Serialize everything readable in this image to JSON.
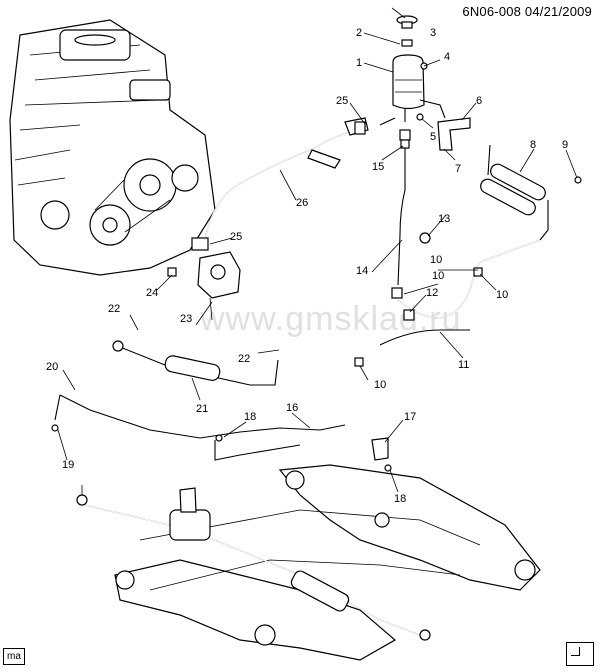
{
  "header": {
    "code": "6N06-008",
    "date": "04/21/2009"
  },
  "watermark": "www.gmsklad.ru",
  "footer_tag": "ma",
  "callouts": [
    "1",
    "2",
    "3",
    "4",
    "5",
    "6",
    "7",
    "8",
    "9",
    "10",
    "10",
    "10",
    "10",
    "11",
    "12",
    "13",
    "14",
    "15",
    "16",
    "17",
    "18",
    "18",
    "19",
    "20",
    "21",
    "22",
    "22",
    "23",
    "24",
    "25",
    "25",
    "26"
  ]
}
